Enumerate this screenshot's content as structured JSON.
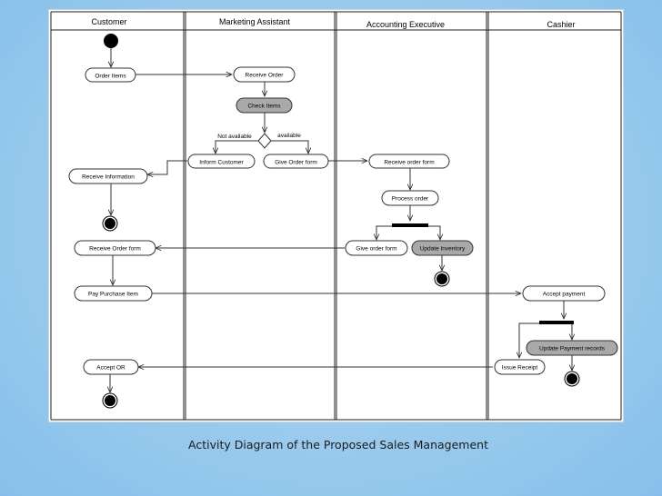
{
  "lanes": [
    "Customer",
    "Marketing Assistant",
    "Accounting Executive",
    "Cashier"
  ],
  "nodes": {
    "order_items": "Order Items",
    "receive_order": "Receive Order",
    "check_items": "Check Items",
    "not_available": "Not available",
    "available": "available",
    "inform_customer": "Inform Customer",
    "give_order_form_ma": "Give Order form",
    "receive_information": "Receive Information",
    "receive_order_form_ae": "Receive order form",
    "process_order": "Process order",
    "give_order_form_ae": "Give order form",
    "update_inventory": "Update Inventory",
    "receive_order_form_c": "Receive Order form",
    "pay_purchase_item": "Pay Purchase Item",
    "accept_payment": "Accept payment",
    "update_payment_records": "Update Payment records",
    "issue_receipt": "Issue Receipt",
    "accept_or": "Accept OR"
  },
  "caption": "Activity Diagram of the Proposed Sales Management",
  "colors": {
    "background": "#9fcdee",
    "line": "#333333",
    "highlight_fill": "#a9a9a9",
    "node_fill": "#ffffff"
  }
}
